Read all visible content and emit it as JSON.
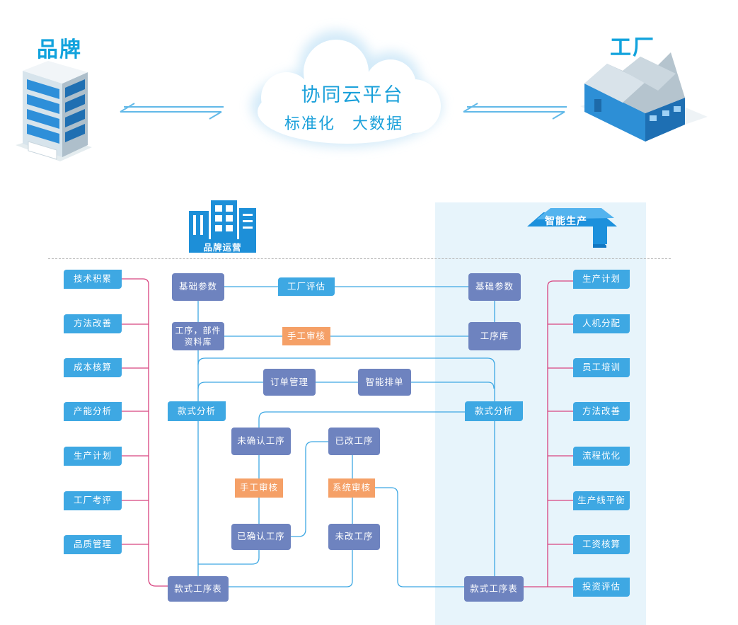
{
  "header": {
    "brand_title": "品牌",
    "factory_title": "工厂",
    "cloud_line1": "协同云平台",
    "cloud_line2": "标准化　大数据"
  },
  "badges": {
    "brand_ops": "品牌运营",
    "smart_production": "智能生产"
  },
  "left_list": [
    "技术积累",
    "方法改善",
    "成本核算",
    "产能分析",
    "生产计划",
    "工厂考评",
    "品质管理"
  ],
  "right_list": [
    "生产计划",
    "人机分配",
    "员工培训",
    "方法改善",
    "流程优化",
    "生产线平衡",
    "工资核算",
    "投资评估"
  ],
  "flow": {
    "brand_basic_params": "基础参数",
    "process_parts_db": "工序，部件\n资料库",
    "factory_eval": "工厂评估",
    "manual_review_top": "手工审核",
    "factory_basic_params": "基础参数",
    "process_db": "工序库",
    "order_mgmt": "订单管理",
    "smart_scheduling": "智能排单",
    "style_analysis_left": "款式分析",
    "style_analysis_right": "款式分析",
    "unconfirmed_process": "未确认工序",
    "manual_review_mid": "手工审核",
    "confirmed_process": "已确认工序",
    "changed_process": "已改工序",
    "system_review": "系统审核",
    "unchanged_process": "未改工序",
    "style_process_table_left": "款式工序表",
    "style_process_table_right": "款式工序表"
  },
  "colors": {
    "light_blue_box": "#3ea8e3",
    "navy_box": "#6e83bf",
    "orange_box": "#f5a067",
    "connector_blue": "#3ea8e3",
    "connector_magenta": "#d8437f",
    "title_blue": "#12a3dd",
    "zone_bg": "#e7f4fb"
  }
}
